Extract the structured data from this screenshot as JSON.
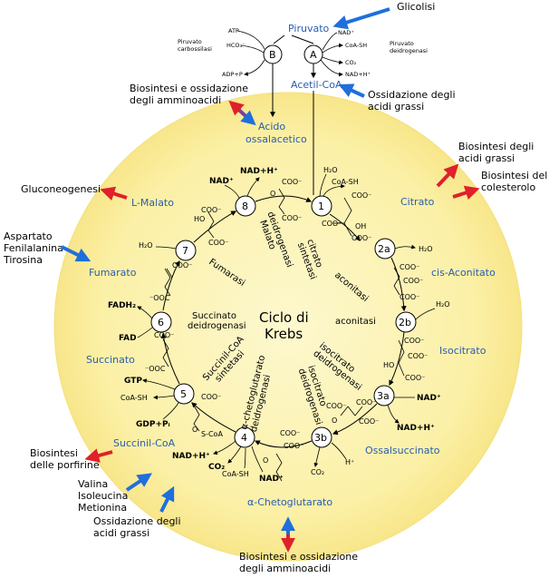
{
  "title_line1": "Ciclo di",
  "title_line2": "Krebs",
  "metabolites": {
    "piruvato": "Piruvato",
    "acetil_coa": "Acetil-CoA",
    "acido_ossalacetico_1": "Acido",
    "acido_ossalacetico_2": "ossalacetico",
    "citrato": "Citrato",
    "cis_aconitato": "cis-Aconitato",
    "isocitrato": "Isocitrato",
    "ossalsuccinato": "Ossalsuccinato",
    "alfa_chetoglutarato": "α-Chetoglutarato",
    "succinil_coa": "Succinil-CoA",
    "succinato": "Succinato",
    "fumarato": "Fumarato",
    "l_malato": "L-Malato"
  },
  "side_labels": {
    "glicolisi": "Glicolisi",
    "ossidazione_grassi_top_1": "Ossidazione degli",
    "ossidazione_grassi_top_2": "acidi grassi",
    "biosintesi_ammino_top_1": "Biosintesi e ossidazione",
    "biosintesi_ammino_top_2": "degli amminoacidi",
    "biosintesi_acidi_grassi_1": "Biosintesi degli",
    "biosintesi_acidi_grassi_2": "acidi grassi",
    "biosintesi_colesterolo_1": "Biosintesi del",
    "biosintesi_colesterolo_2": "colesterolo",
    "gluconeogenesi": "Gluconeogenesi",
    "aspartato": "Aspartato",
    "fenilalanina": "Fenilalanina",
    "tirosina": "Tirosina",
    "biosintesi_porfirine_1": "Biosintesi",
    "biosintesi_porfirine_2": "delle porfirine",
    "valina": "Valina",
    "isoleucina": "Isoleucina",
    "metionina": "Metionina",
    "ossidazione_grassi_bottom_1": "Ossidazione degli",
    "ossidazione_grassi_bottom_2": "acidi grassi",
    "biosintesi_ammino_bottom_1": "Biosintesi e ossidazione",
    "biosintesi_ammino_bottom_2": "degli amminoacidi"
  },
  "enzymes": {
    "citrato_sintetasi_1": "citrato",
    "citrato_sintetasi_2": "sintetasi",
    "aconitasi_1": "aconitasi",
    "aconitasi_2": "aconitasi",
    "isocitrato_deidrogenasi_a_1": "isocitrato",
    "isocitrato_deidrogenasi_a_2": "deidrogenasi",
    "isocitrato_deidrogenasi_b_1": "isocitrato",
    "isocitrato_deidrogenasi_b_2": "deidrogenasi",
    "chetoglutarato_deidrogenasi_1": "α-chetoglutarato",
    "chetoglutarato_deidrogenasi_2": "deidrogenasi",
    "succinil_coa_sintetasi_1": "Succinil-CoA",
    "succinil_coa_sintetasi_2": "sintetasi",
    "succinato_deidrogenasi_1": "Succinato",
    "succinato_deidrogenasi_2": "deidrogenasi",
    "fumarasi": "Fumarasi",
    "malato_deidrogenasi_1": "Malato",
    "malato_deidrogenasi_2": "deidrogenasi",
    "piruvato_carbossilasi_1": "Piruvato",
    "piruvato_carbossilasi_2": "carbossilasi",
    "piruvato_deidrogenasi_1": "Piruvato",
    "piruvato_deidrogenasi_2": "deidrogenasi"
  },
  "step_numbers": {
    "s1": "1",
    "s2a": "2a",
    "s2b": "2b",
    "s3a": "3a",
    "s3b": "3b",
    "s4": "4",
    "s5": "5",
    "s6": "6",
    "s7": "7",
    "s8": "8",
    "sA": "A",
    "sB": "B"
  },
  "cofactors": {
    "nad_plus": "NAD⁺",
    "nadh": "NAD+H⁺",
    "h2o": "H₂O",
    "coa_sh": "CoA-SH",
    "co2": "CO₂",
    "h_plus": "H⁺",
    "gtp": "GTP",
    "gdp_p": "GDP+Pᵢ",
    "fad": "FAD",
    "fadh2": "FADH₂",
    "atp": "ATP",
    "hco3": "HCO₃⁻",
    "adp_p": "ADP+P",
    "s_coa": "S-CoA",
    "coo": "COO⁻",
    "ooc": "⁻OOC",
    "ho": "HO",
    "oh": "OH",
    "o": "O",
    "ooc_plain": "OOC",
    "coa_sh_small": "CoA-SH",
    "nad_small": "NAD⁺",
    "nadh_small": "NAD+H⁺",
    "co2_small": "CO₂"
  },
  "colors": {
    "circle_fill": "#fbf3b0",
    "circle_edge": "#f6e27a",
    "blue_arrow": "#1f6fdc",
    "red_arrow": "#e0202a",
    "metabolite_text": "#2a5db0"
  }
}
